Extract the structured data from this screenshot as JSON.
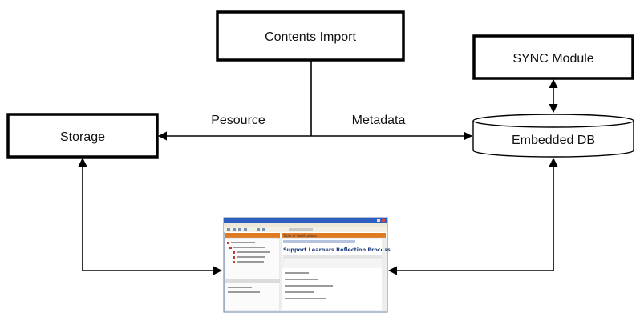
{
  "nodes": {
    "contents_import": {
      "label": "Contents Import"
    },
    "sync_module": {
      "label": "SYNC Module"
    },
    "storage": {
      "label": "Storage"
    },
    "embedded_db": {
      "label": "Embedded DB"
    }
  },
  "edges": {
    "resource_label": "Pesource",
    "metadata_label": "Metadata"
  },
  "screenshot_thumb": {
    "header_text": "Support Learners Reflection Process",
    "tab_label": "Table of Notifications"
  }
}
